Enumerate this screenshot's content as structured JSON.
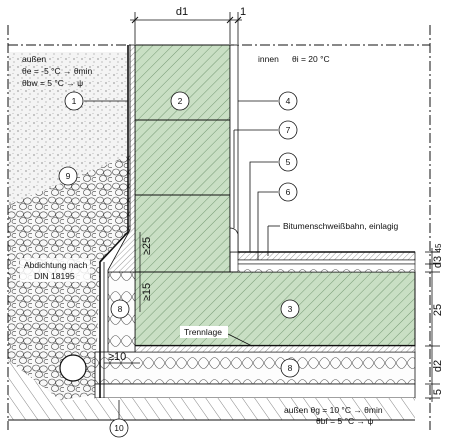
{
  "outside": {
    "label": "außen",
    "theta_e": "θe  =  -5 °C → θmin",
    "theta_bw": "θbw =  5 °C → ψ"
  },
  "inside": {
    "label": "innen",
    "theta_i": "θi = 20 °C"
  },
  "ground": {
    "theta_g": "außen  θg  =  10 °C → θmin",
    "theta_bf": "θbf  =  5 °C → ψ"
  },
  "labels": {
    "waterproofing_1": "Abdichtung nach",
    "waterproofing_2": "DIN 18195",
    "bitumen": "Bitumenschweißbahn, einlagig",
    "separation": "Trennlage"
  },
  "dimensions": {
    "d1": "d1",
    "one": "1",
    "ge25": "≥25",
    "ge15": "≥15",
    "ge10": "≥10",
    "d3": "d3",
    "d3_val": "45",
    "d25": "25",
    "d2": "d2",
    "d5": "5"
  },
  "callouts": [
    "1",
    "2",
    "3",
    "4",
    "5",
    "6",
    "7",
    "8",
    "8",
    "9",
    "10"
  ],
  "colors": {
    "concrete": "#c9dfc4",
    "soil": "#f2f2f2",
    "line": "#111111"
  }
}
